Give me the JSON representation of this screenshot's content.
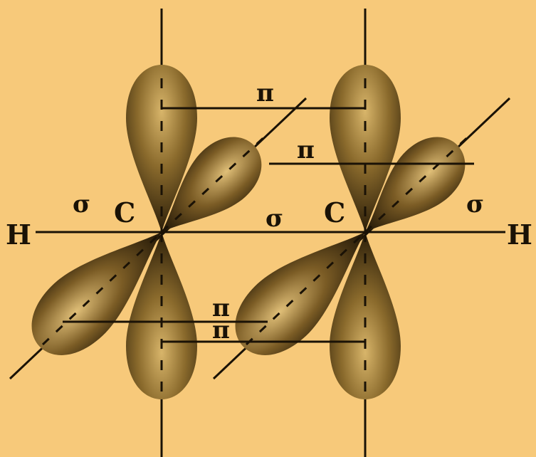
{
  "diagram": {
    "labels": {
      "h_left": "H",
      "h_right": "H",
      "c_left": "C",
      "c_right": "C",
      "sigma_left": "σ",
      "sigma_center": "σ",
      "sigma_right": "σ",
      "pi_top": "π",
      "pi_upper_mid": "π",
      "pi_lower_mid": "π",
      "pi_bottom": "π"
    },
    "colors": {
      "background": "#f7c97a",
      "lobe_dark": "#2a1d08",
      "lobe_light": "#c9a45a",
      "line": "#1a1206"
    }
  }
}
